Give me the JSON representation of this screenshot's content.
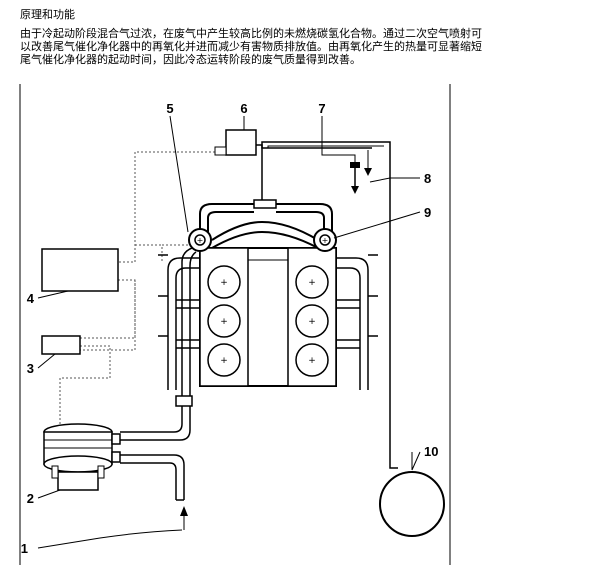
{
  "section_title": "原理和功能",
  "paragraph_lines": [
    "由于冷起动阶段混合气过浓，在废气中产生较高比例的未燃烧碳氢化合物。通过二次空气喷射可",
    "以改善尾气催化净化器中的再氧化并进而减少有害物质排放值。由再氧化产生的热量可显著缩短",
    "尾气催化净化器的起动时间，因此冷态运转阶段的废气质量得到改善。"
  ],
  "callouts": {
    "c1": "1",
    "c2": "2",
    "c3": "3",
    "c4": "4",
    "c5": "5",
    "c6": "6",
    "c7": "7",
    "c8": "8",
    "c9": "9",
    "c10": "10"
  }
}
